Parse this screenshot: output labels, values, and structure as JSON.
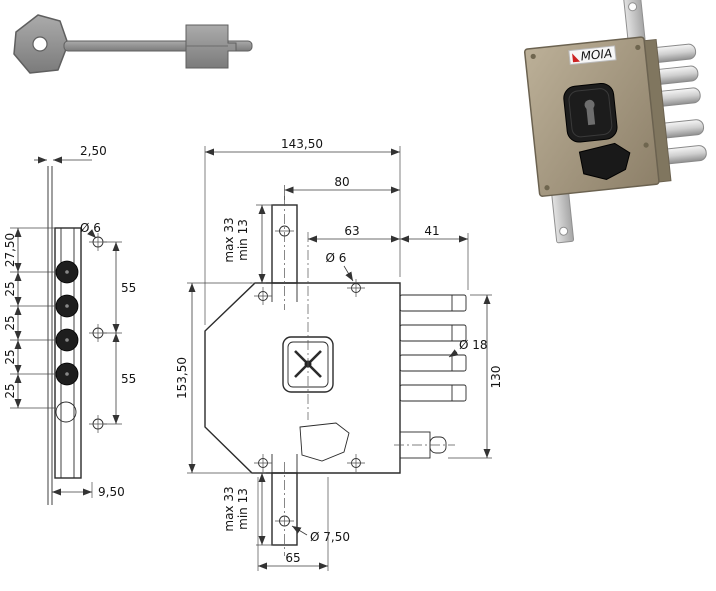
{
  "brand": {
    "logo_text": "MOIA"
  },
  "front_view": {
    "dim_total_width": "143,50",
    "dim_80": "80",
    "dim_63": "63",
    "dim_41": "41",
    "dia_6": "Ø 6",
    "dim_max_top": "max 33",
    "dim_min_top": "min 13",
    "dim_total_height": "153,50",
    "dia_18": "Ø 18",
    "dim_130": "130",
    "dim_max_bottom": "max 33",
    "dim_min_bottom": "min 13",
    "dia_7_50": "Ø 7,50",
    "dim_65": "65"
  },
  "side_view": {
    "dim_2_50": "2,50",
    "dia_6": "Ø 6",
    "dim_27_50": "27,50",
    "dim_25_a": "25",
    "dim_25_b": "25",
    "dim_25_c": "25",
    "dim_25_d": "25",
    "dim_55_a": "55",
    "dim_55_b": "55",
    "dim_9_50": "9,50"
  }
}
